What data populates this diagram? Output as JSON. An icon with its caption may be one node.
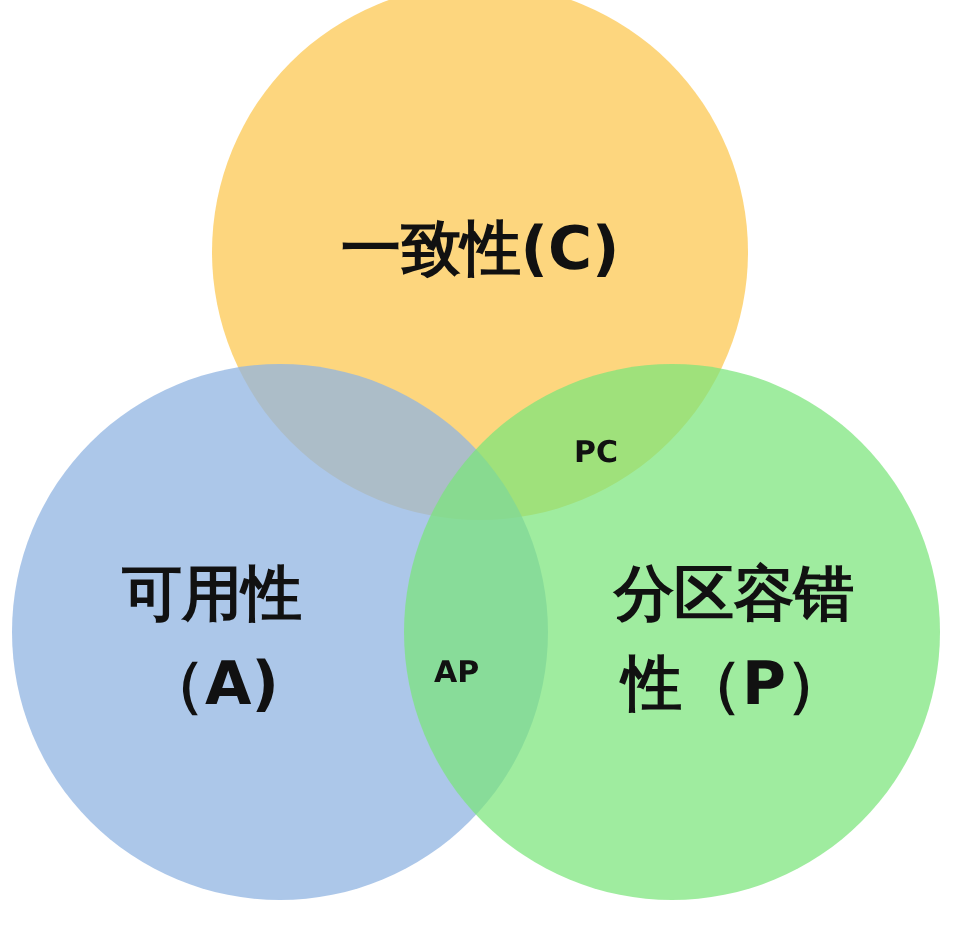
{
  "diagram": {
    "nodes": [
      {
        "text": [
          "一致性(C)"
        ]
      },
      {
        "text": [
          "可用性（A)"
        ]
      },
      {
        "text": [
          "分区容错性（P）"
        ]
      }
    ],
    "labels": [
      "PC",
      "AP"
    ]
  }
}
